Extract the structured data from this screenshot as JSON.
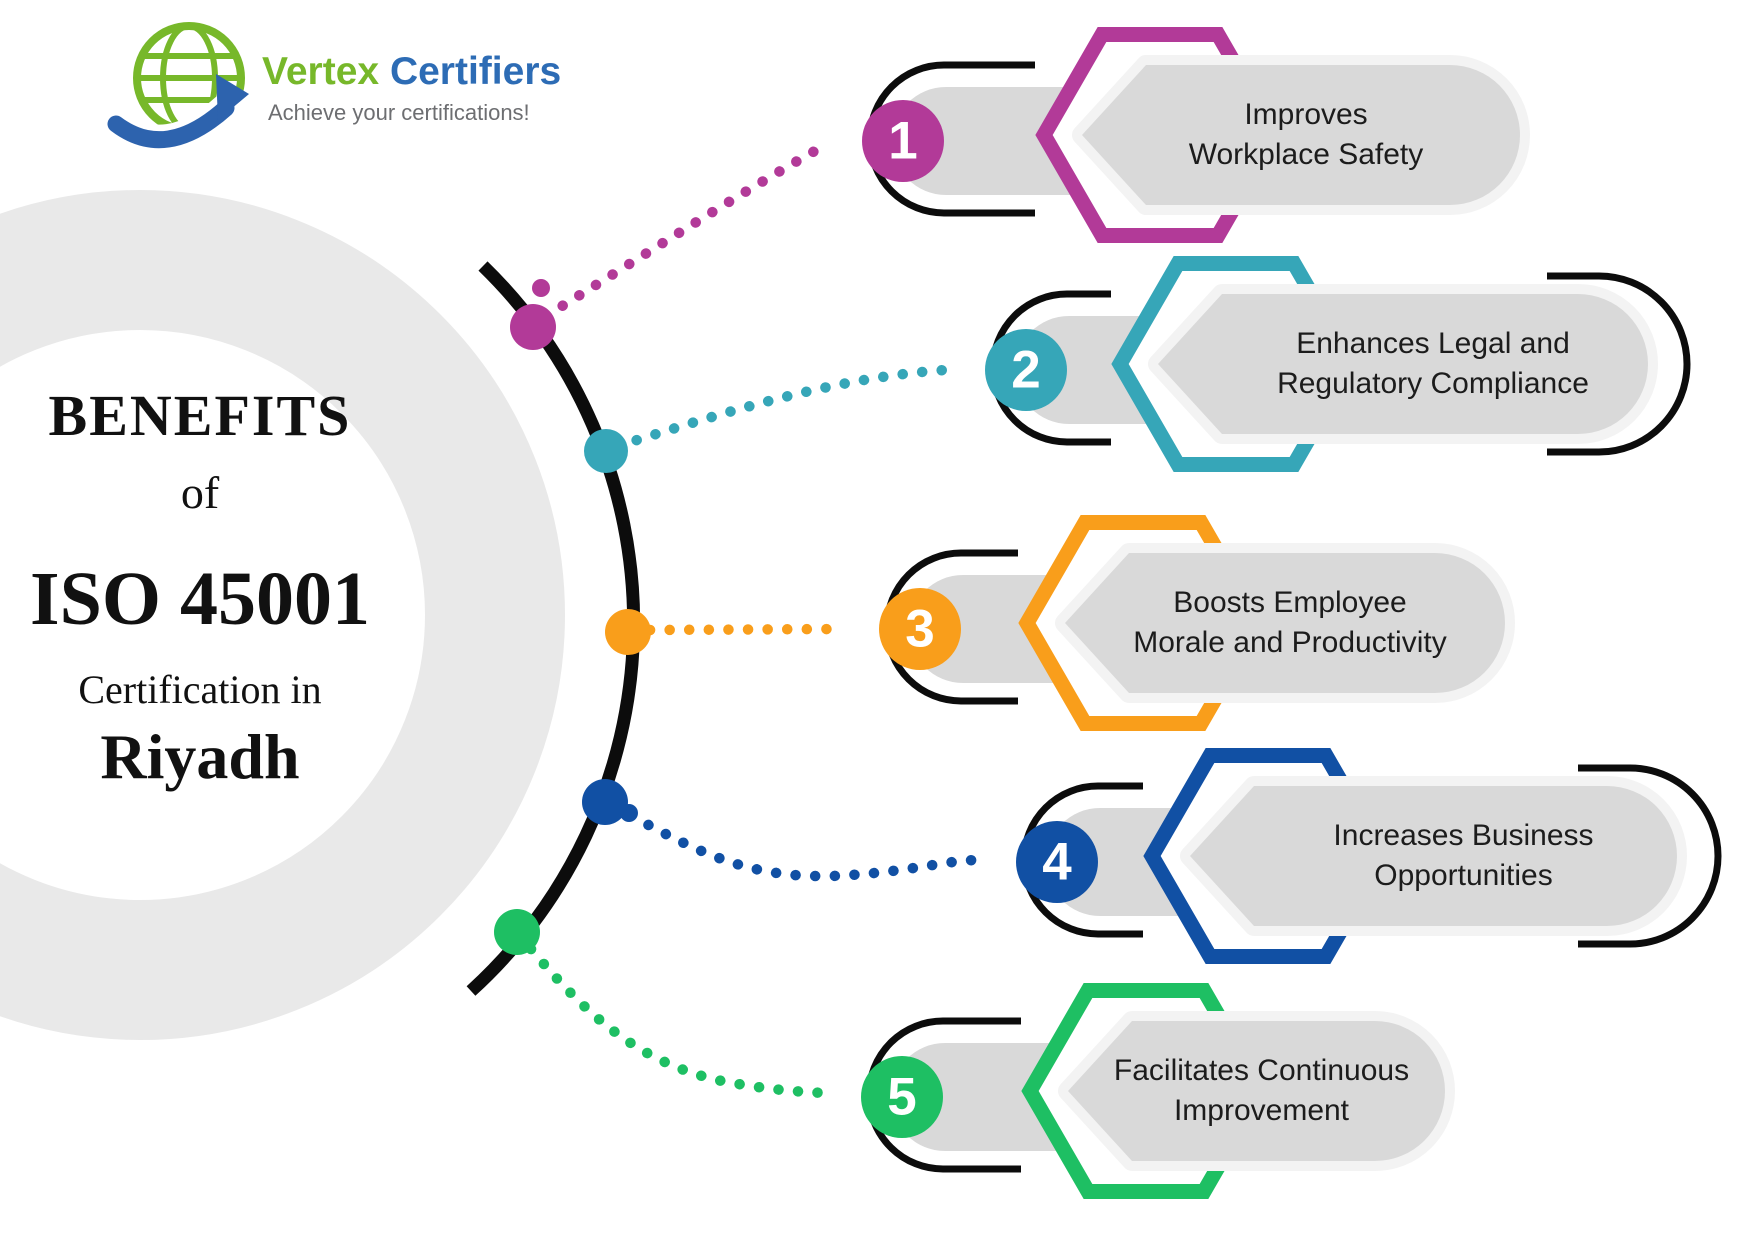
{
  "logo": {
    "icon": "globe-arrow-logo",
    "brand": {
      "word1": "Vertex",
      "word2": "Certifiers"
    },
    "tagline": "Achieve your certifications!",
    "colors": {
      "green": "#77b82a",
      "blue": "#2d6cb5",
      "tagline_gray": "#6d6e71"
    }
  },
  "title": {
    "line1": "BENEFITS",
    "line2": "of",
    "line3": "ISO 45001",
    "line4": "Certification in",
    "line5": "Riyadh"
  },
  "cards": [
    {
      "number": "1",
      "color": "#b23a98",
      "label_line1": "Improves",
      "label_line2": "Workplace Safety"
    },
    {
      "number": "2",
      "color": "#36a6b8",
      "label_line1": "Enhances Legal and",
      "label_line2": "Regulatory Compliance"
    },
    {
      "number": "3",
      "color": "#f99e1b",
      "label_line1": "Boosts Employee",
      "label_line2": "Morale and Productivity"
    },
    {
      "number": "4",
      "color": "#1150a4",
      "label_line1": "Increases Business",
      "label_line2": "Opportunities"
    },
    {
      "number": "5",
      "color": "#1ebf63",
      "label_line1": "Facilitates Continuous",
      "label_line2": "Improvement"
    }
  ],
  "decor": {
    "panel_gray": "#d9d9d9",
    "halo_gray": "#f3f3f3",
    "ring_gray": "#e9e9e9",
    "line_black": "#0c0c0c",
    "label_text": "#1c1c1c"
  }
}
